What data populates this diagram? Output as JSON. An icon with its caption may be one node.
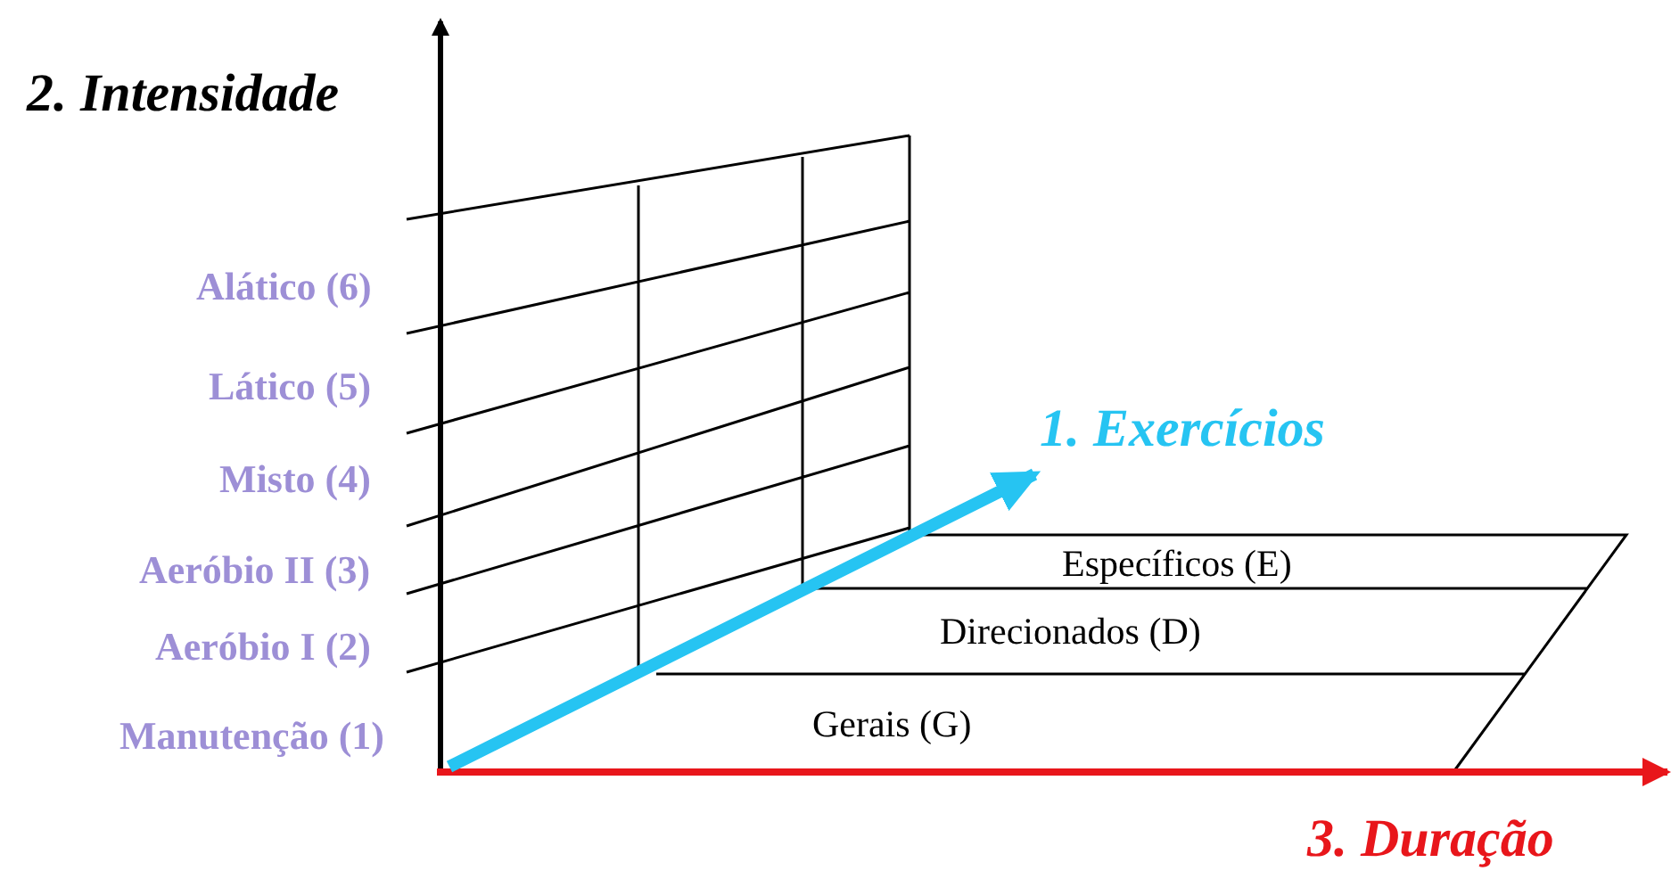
{
  "diagram": {
    "labels": [
      "2. Intensidade",
      "Alático (6)",
      "Lático (5)",
      "Misto (4)",
      "Aeróbio II (3)",
      "Aeróbio I (2)",
      "Manutenção (1)",
      "1. Exercícios",
      "Específicos (E)",
      "Direcionados (D)",
      "Gerais (G)",
      "3. Duração"
    ]
  }
}
